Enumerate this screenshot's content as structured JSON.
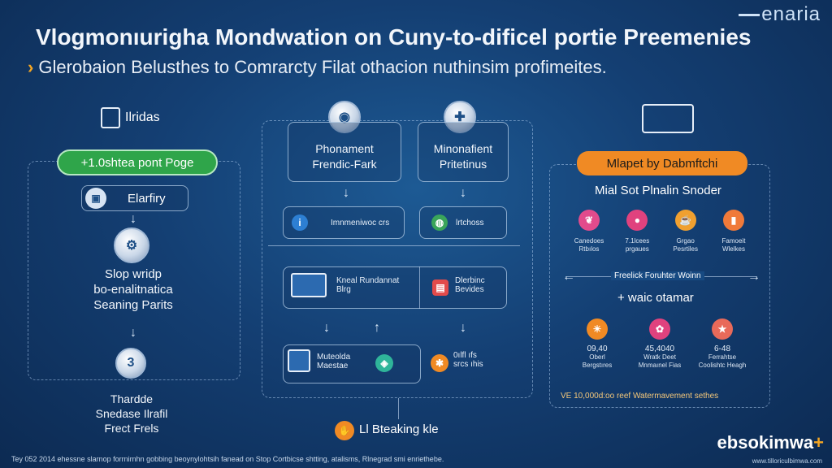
{
  "header": {
    "brand": "enaria",
    "title": "Vlogmonıurigha Mondwation on Cuny-to-dificel portie Preemenies",
    "subtitle": "Glerobaion Belusthes to  Comrarcty Filat othacion nuthinsim profimeites."
  },
  "left": {
    "logo_label": "Ilridas",
    "pill": "+1.0shtea pont Poge",
    "chip": "Elarfiry",
    "step_title": "Slop wridp\nbo-enalitnatica\nSeaning Parits",
    "step_number": "3",
    "bottom_text": "Thardde\nSnedase Ilrafil\nFrect Frels"
  },
  "middle": {
    "top_left_label": "Phonament\nFrendic-Fark",
    "top_right_label": "Minonafient\nPritetinus",
    "row1_left": "Imnmeniwoc crs",
    "row1_right": "lrtchoss",
    "row2_left": "Kneal Rundannat\nBlrg",
    "row2_right": "Dlerbinc\nBevides",
    "row3_left": "Muteolda\nMaestae",
    "row3_right": "0ılfl ıfs\nsrcs ıhis",
    "bottom_label": "Ll Bteaking kle"
  },
  "right": {
    "pill": "Mlapet by Dabmftchi",
    "subtitle": "Mial Sot Plnalin Snoder",
    "icons_row1": [
      {
        "icon": "leaf-icon",
        "color": "#e24b8c",
        "text": "Canedoes\nRtbılos"
      },
      {
        "icon": "drop-icon",
        "color": "#e0427e",
        "text": "7.1lcees\nprgaues"
      },
      {
        "icon": "cup-icon",
        "color": "#f0a030",
        "text": "Grgao\nPesrtiles"
      },
      {
        "icon": "bottle-icon",
        "color": "#f07a3a",
        "text": "Famoeit\nWlelkes"
      }
    ],
    "connector": "Freelick Foruhter Woinn",
    "plus_label": "+ waic otamar",
    "icons_row2": [
      {
        "icon": "sun-icon",
        "color": "#f08a24",
        "value": "09,40",
        "text": "Oberl\nBergstıres"
      },
      {
        "icon": "flower-icon",
        "color": "#e0427e",
        "value": "45,4040",
        "text": "Wratk Deet\nMnmaınel Fias"
      },
      {
        "icon": "star-icon",
        "color": "#e86a5a",
        "value": "6-48",
        "text": "Ferrahtse\nCoolishtc Heagh"
      }
    ],
    "footnote": "VE 10,000d:oo reef Watermavement sethes"
  },
  "footer": {
    "text": "Tey 052 2014 ehessne slarnop forrnirnhn gobbing beoynylohtsih fanead on Stop  Cortbicse shtting, atalisms, Rlnegrad smi enriethebe.",
    "brand": "ebsokimwa",
    "url": "www.tilloriculbimwa.com"
  },
  "colors": {
    "background": "#143f73",
    "green_pill": "#2fa54a",
    "orange_pill": "#f08a24",
    "accent": "#f5a623"
  }
}
